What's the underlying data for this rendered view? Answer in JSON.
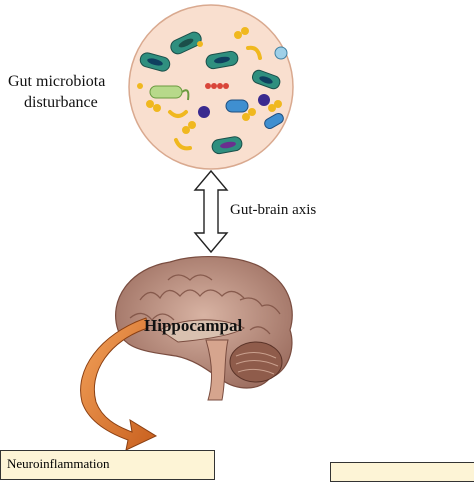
{
  "gut": {
    "line1": "Gut microbiota",
    "line2": "disturbance"
  },
  "axis": {
    "label": "Gut-brain axis"
  },
  "brain": {
    "region_label": "Hippocampal"
  },
  "boxes": {
    "left_label": "Neuroinflammation",
    "right_label": ""
  },
  "colors": {
    "gut_circle": "#f9dfcf",
    "brain": "#b58a7a",
    "arrow_orange": "#e9823a",
    "box_fill": "#fdf4d6"
  },
  "icons": [
    "double-arrow-icon",
    "curved-arrow-icon",
    "bacteria-icon",
    "brain-illustration"
  ]
}
